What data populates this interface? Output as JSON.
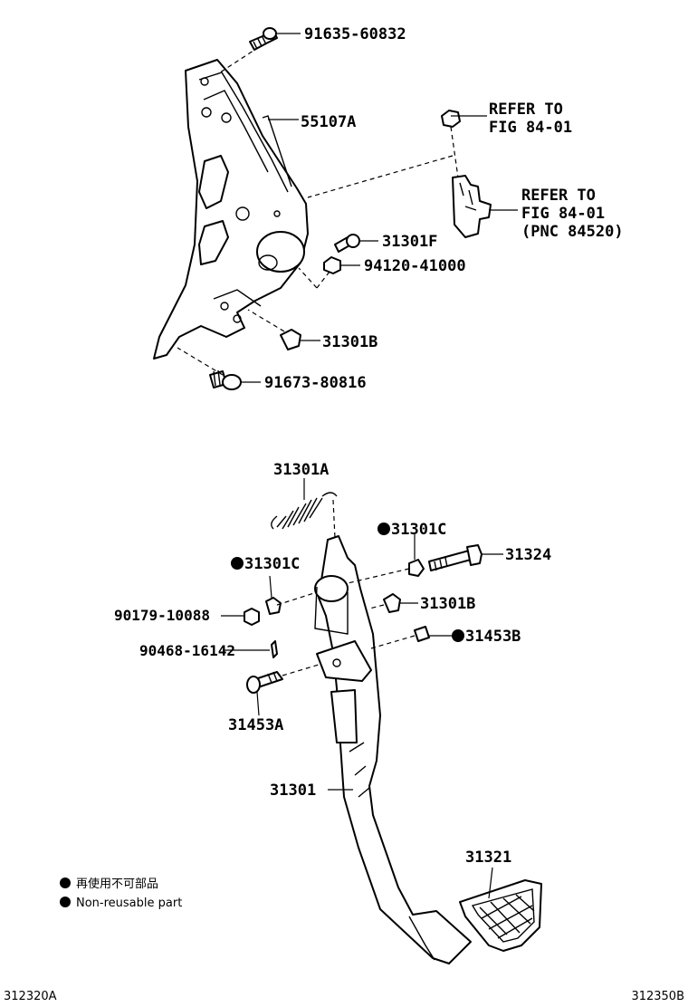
{
  "labels": {
    "l_91635": "91635-60832",
    "l_55107A": "55107A",
    "l_refer1a": "REFER TO",
    "l_refer1b": "FIG 84-01",
    "l_refer2a": "REFER TO",
    "l_refer2b": "FIG 84-01",
    "l_refer2c": "(PNC 84520)",
    "l_31301F": "31301F",
    "l_94120": "94120-41000",
    "l_31301B_top": "31301B",
    "l_91673": "91673-80816",
    "l_31301A": "31301A",
    "l_31301C_r": "31301C",
    "l_31324": "31324",
    "l_31301C_l": "31301C",
    "l_90179": "90179-10088",
    "l_31301B_bot": "31301B",
    "l_31453B": "31453B",
    "l_90468": "90468-16142",
    "l_31453A": "31453A",
    "l_31301": "31301",
    "l_31321": "31321"
  },
  "legend": {
    "line1": "再使用不可部品",
    "line2": "Non-reusable part"
  },
  "corner": {
    "left": "312320A",
    "right": "312350B"
  }
}
